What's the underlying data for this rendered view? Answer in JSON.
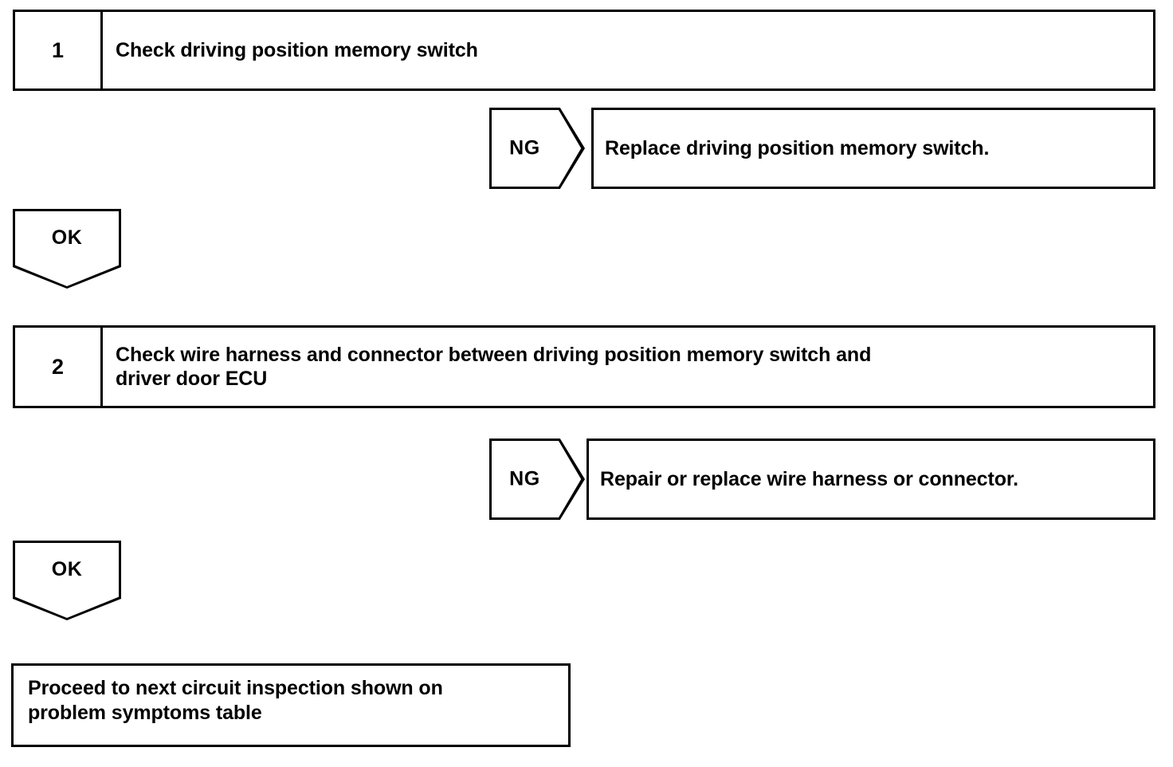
{
  "document": {
    "type": "troubleshooting-flowchart",
    "background_color": "#ffffff",
    "line_color": "#000000"
  },
  "steps": [
    {
      "number": "1",
      "title": "Check driving position memory switch",
      "ng": {
        "label": "NG",
        "action": "Replace driving position memory switch."
      },
      "ok": {
        "label": "OK"
      }
    },
    {
      "number": "2",
      "title_line1": "Check wire harness and connector between driving position memory switch and",
      "title_line2": "driver door ECU",
      "ng": {
        "label": "NG",
        "action": "Repair or replace wire harness or connector."
      },
      "ok": {
        "label": "OK"
      }
    }
  ],
  "final": {
    "line1": "Proceed to next circuit inspection shown on",
    "line2": "problem symptoms table"
  }
}
